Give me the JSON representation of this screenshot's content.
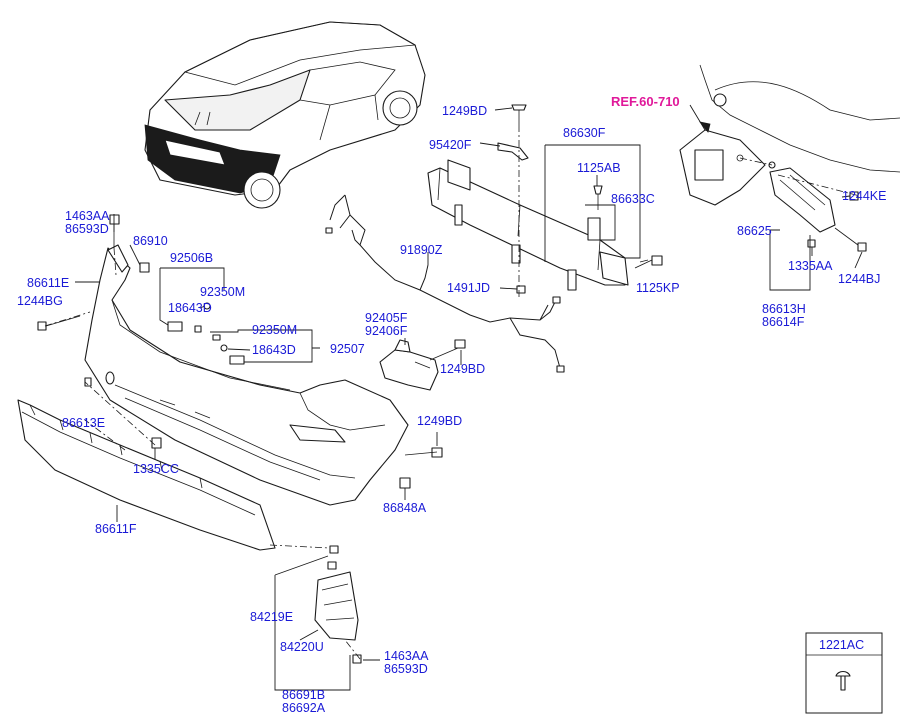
{
  "ref": "REF.60-710",
  "labels": {
    "l1249bd_top": "1249BD",
    "l95420f": "95420F",
    "l86630f": "86630F",
    "l1125ab": "1125AB",
    "l86633c": "86633C",
    "l1491jd": "1491JD",
    "l1125kp": "1125KP",
    "l91890z": "91890Z",
    "l92405f": "92405F",
    "l92406f": "92406F",
    "l1249bd_mid": "1249BD",
    "l1463aa_top": "1463AA",
    "l86593d_top": "86593D",
    "l86910": "86910",
    "l92506b": "92506B",
    "l92350m_top": "92350M",
    "l18643d_top": "18643D",
    "l86611e": "86611E",
    "l1244bg": "1244BG",
    "l92350m_mid": "92350M",
    "l18643d_mid": "18643D",
    "l92507": "92507",
    "l86613e": "86613E",
    "l1335cc": "1335CC",
    "l1249bd_low": "1249BD",
    "l86848a": "86848A",
    "l86611f": "86611F",
    "l84219e": "84219E",
    "l84220u": "84220U",
    "l1463aa_bot": "1463AA",
    "l86593d_bot": "86593D",
    "l86691b": "86691B",
    "l86692a": "86692A",
    "l1244ke": "1244KE",
    "l86625": "86625",
    "l1335aa": "1335AA",
    "l1244bj": "1244BJ",
    "l86613h": "86613H",
    "l86614f": "86614F",
    "l1221ac": "1221AC"
  },
  "colors": {
    "label": "#1a1ad6",
    "ref": "#e0199a",
    "line": "#1b1b1b",
    "highlight": "#1b1b1b"
  }
}
